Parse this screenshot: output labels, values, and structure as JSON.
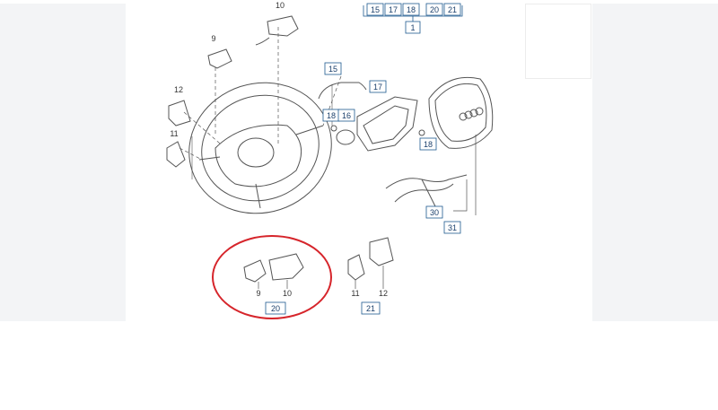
{
  "labels": {
    "top_group": [
      "15",
      "17",
      "18",
      "20",
      "21"
    ],
    "top_group_ref": "1",
    "p9": "9",
    "p10": "10",
    "p11": "11",
    "p12": "12",
    "p15": "15",
    "p16": "16",
    "p17": "17",
    "p18a": "18",
    "p18b": "18",
    "p30": "30",
    "p31": "31",
    "g20_a": "9",
    "g20_b": "10",
    "g20_ref": "20",
    "g21_a": "11",
    "g21_b": "12",
    "g21_ref": "21"
  },
  "colors": {
    "line": "#555555",
    "box_stroke": "#1f5a8f",
    "highlight": "#d6252b"
  }
}
